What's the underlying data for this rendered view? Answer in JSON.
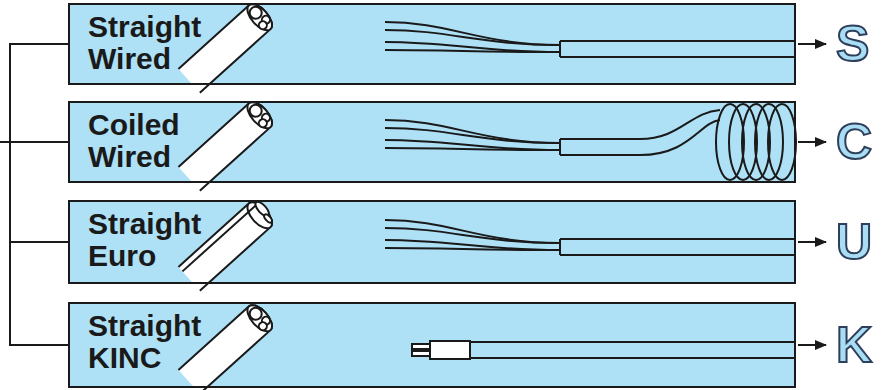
{
  "diagram": {
    "nodes": [
      {
        "text": [
          "Straight Wired"
        ]
      },
      {
        "text": [
          "Coiled Wired"
        ]
      },
      {
        "text": [
          "Straight Euro"
        ]
      },
      {
        "text": [
          "Straight KINC"
        ]
      }
    ],
    "labels": [
      "S",
      "C",
      "U",
      "K"
    ]
  }
}
